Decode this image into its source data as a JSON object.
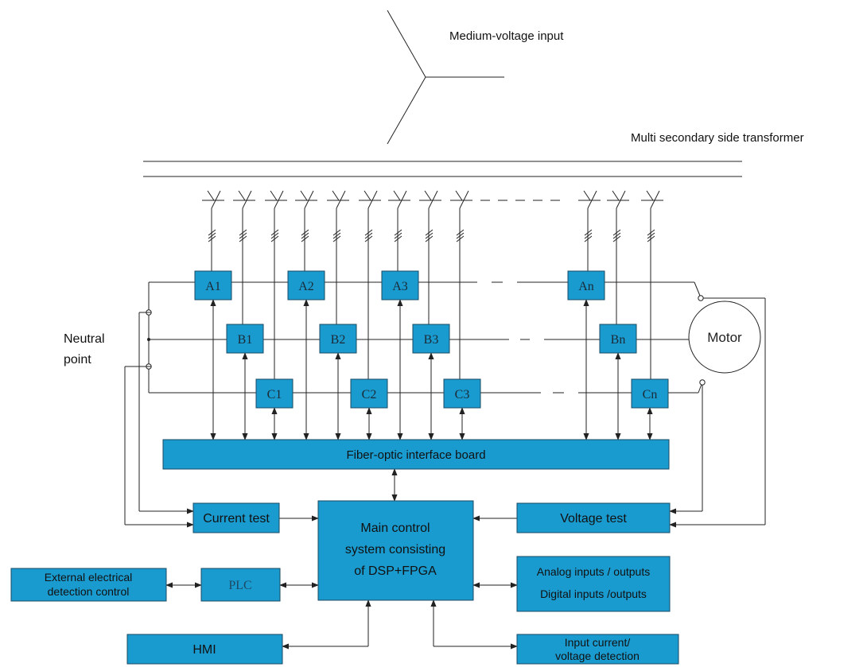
{
  "colors": {
    "box_fill": "#1a9bd0",
    "box_stroke": "#1b4a63",
    "line": "#222222"
  },
  "labels": {
    "input": "Medium-voltage input",
    "transformer": "Multi secondary side transformer",
    "neutral_line1": "Neutral",
    "neutral_line2": "point",
    "motor": "Motor"
  },
  "cells": {
    "A": [
      "A1",
      "A2",
      "A3",
      "An"
    ],
    "B": [
      "B1",
      "B2",
      "B3",
      "Bn"
    ],
    "C": [
      "C1",
      "C2",
      "C3",
      "Cn"
    ]
  },
  "boxes": {
    "fiber": "Fiber-optic interface board",
    "current": "Current test",
    "voltage": "Voltage test",
    "main_line1": "Main control",
    "main_line2": "system consisting",
    "main_line3": "of DSP+FPGA",
    "external_line1": "External electrical",
    "external_line2": "detection control",
    "plc": "PLC",
    "analog": "Analog inputs / outputs",
    "digital": "Digital inputs /outputs",
    "hmi": "HMI",
    "input_det_line1": "Input current/",
    "input_det_line2": "voltage detection"
  }
}
